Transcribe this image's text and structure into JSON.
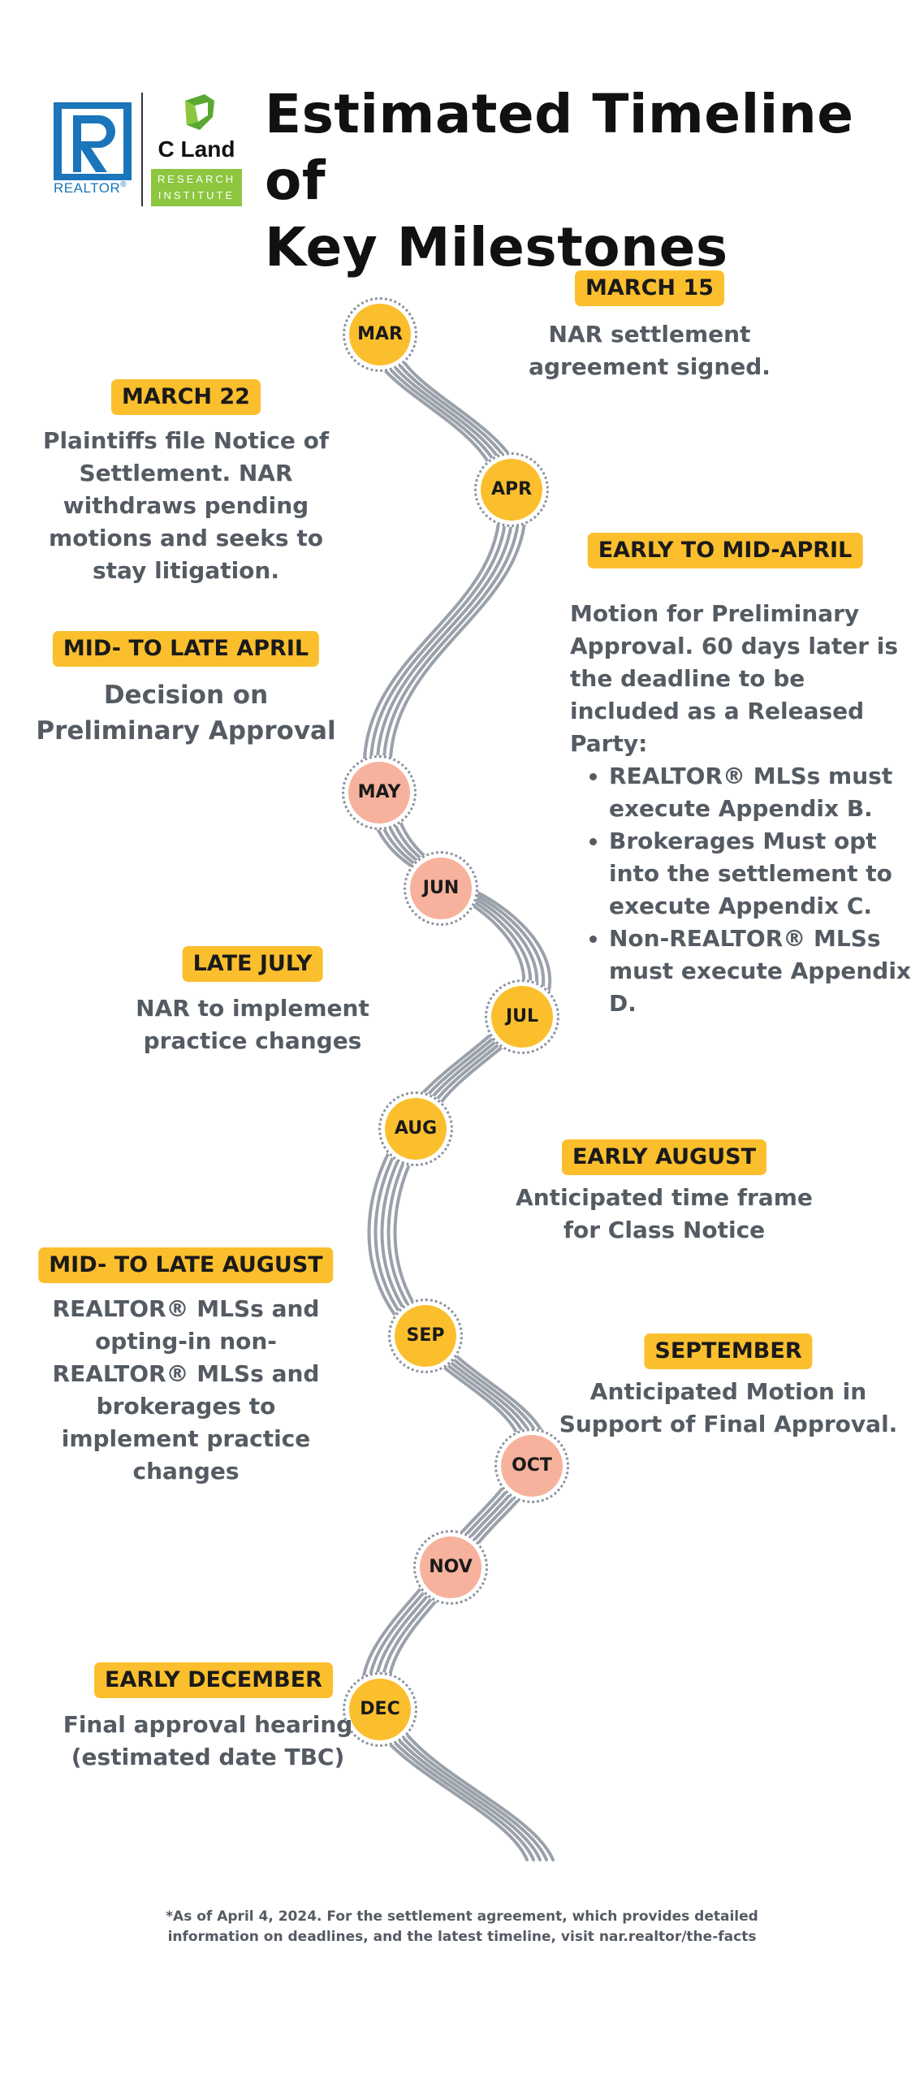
{
  "header": {
    "title_line1": "Estimated Timeline of",
    "title_line2": "Key Milestones",
    "realtor_logo_text": "REALTOR",
    "realtor_mark": "®",
    "cland_logo_name": "C Land",
    "cland_logo_sub": "RESEARCH INSTITUTE"
  },
  "months": [
    "MAR",
    "APR",
    "MAY",
    "JUN",
    "JUL",
    "AUG",
    "SEP",
    "OCT",
    "NOV",
    "DEC"
  ],
  "milestones": {
    "march15": {
      "label": "MARCH 15",
      "text": "NAR settlement agreement signed."
    },
    "march22": {
      "label": "MARCH 22",
      "text": "Plaintiffs file Notice of Settlement. NAR withdraws pending motions and seeks to stay litigation."
    },
    "early_mid_april": {
      "label": "EARLY TO MID-APRIL",
      "intro": "Motion for Preliminary Approval. 60 days later is the deadline to be included as a Released Party:",
      "bullets": [
        "REALTOR® MLSs must execute Appendix B.",
        "Brokerages Must opt into the settlement to execute Appendix C.",
        "Non-REALTOR® MLSs must execute Appendix D."
      ]
    },
    "mid_late_april": {
      "label": "MID- TO LATE APRIL",
      "text": "Decision on Preliminary Approval"
    },
    "late_july": {
      "label": "LATE JULY",
      "text": "NAR to implement practice changes"
    },
    "early_august": {
      "label": "EARLY AUGUST",
      "text": "Anticipated time frame for Class Notice"
    },
    "mid_late_august": {
      "label": "MID- TO LATE AUGUST",
      "text": "REALTOR® MLSs and opting-in non-REALTOR® MLSs and brokerages to implement practice changes"
    },
    "september": {
      "label": "SEPTEMBER",
      "text": "Anticipated Motion in Support of Final Approval."
    },
    "early_december": {
      "label": "EARLY DECEMBER",
      "text": "Final approval hearing (estimated date TBC)"
    }
  },
  "footnote": "*As of April 4, 2024. For the settlement agreement, which provides detailed information on deadlines, and the latest timeline, visit nar.realtor/the-facts",
  "colors": {
    "badge": "#fbbf2e",
    "month_yellow": "#fbbf2e",
    "month_pink": "#f7b29d",
    "road": "#9aa1aa",
    "realtor_blue": "#1a75bb",
    "cland_green": "#8dc63f"
  }
}
